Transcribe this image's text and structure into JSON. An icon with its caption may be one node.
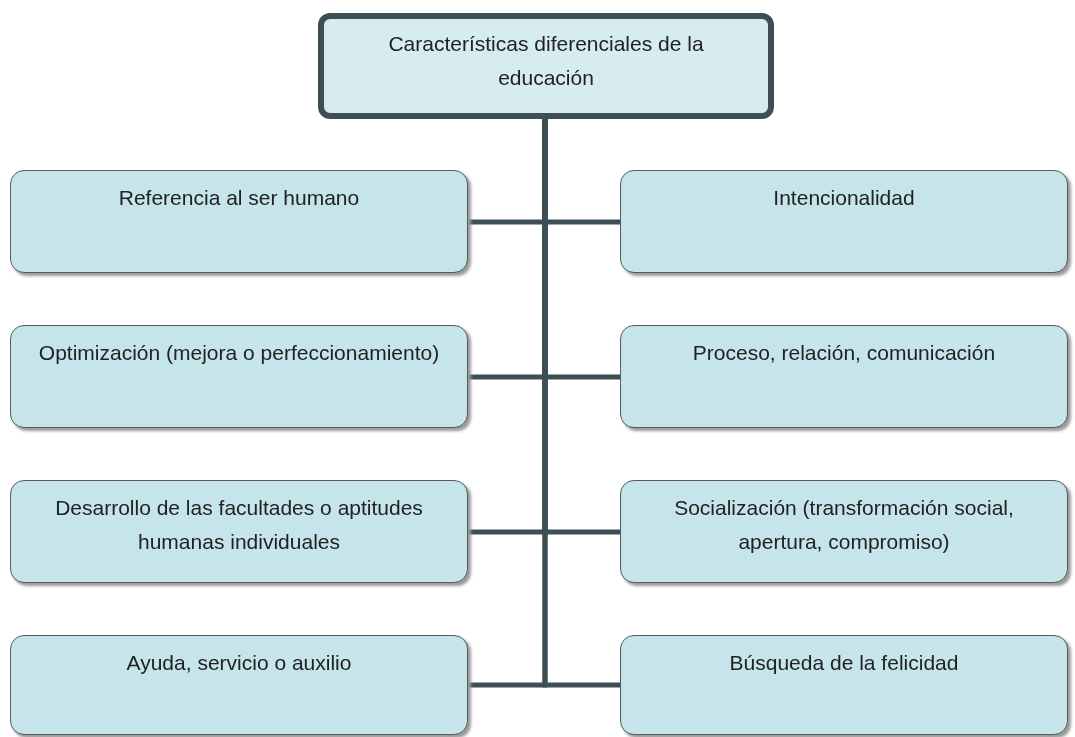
{
  "diagram": {
    "nodes": [
      {
        "text": [
          "Características diferenciales de la educación"
        ]
      },
      {
        "text": [
          "Referencia al ser humano"
        ]
      },
      {
        "text": [
          "Intencionalidad"
        ]
      },
      {
        "text": [
          "Optimización (mejora o perfeccionamiento)"
        ]
      },
      {
        "text": [
          "Proceso, relación, comunicación"
        ]
      },
      {
        "text": [
          "Desarrollo de las facultades o aptitudes humanas individuales"
        ]
      },
      {
        "text": [
          "Socialización (transformación social, apertura, compromiso)"
        ]
      },
      {
        "text": [
          "Ayuda, servicio o auxilio"
        ]
      },
      {
        "text": [
          "Búsqueda de la felicidad"
        ]
      }
    ],
    "edges": [
      {
        "from": 0,
        "to": 1,
        "arrow": "none"
      },
      {
        "from": 0,
        "to": 2,
        "arrow": "none"
      },
      {
        "from": 0,
        "to": 3,
        "arrow": "none"
      },
      {
        "from": 0,
        "to": 4,
        "arrow": "none"
      },
      {
        "from": 0,
        "to": 5,
        "arrow": "none"
      },
      {
        "from": 0,
        "to": 6,
        "arrow": "none"
      },
      {
        "from": 0,
        "to": 7,
        "arrow": "none"
      },
      {
        "from": 0,
        "to": 8,
        "arrow": "none"
      }
    ]
  }
}
